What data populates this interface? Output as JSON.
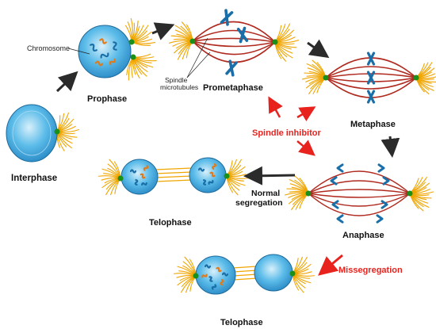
{
  "labels": {
    "chromosome": "Chromosome",
    "spindle_line1": "Spindle",
    "spindle_line2": "microtubules",
    "prophase": "Prophase",
    "prometaphase": "Prometaphase",
    "interphase": "Interphase",
    "metaphase": "Metaphase",
    "spindle_inhibitor": "Spindle inhibitor",
    "anaphase": "Anaphase",
    "telophase_top": "Telophase",
    "telophase_bottom": "Telophase",
    "normal_line1": "Normal",
    "normal_line2": "segregation",
    "missegregation": "Missegregation"
  },
  "colors": {
    "cell_fill": "#4fb4e8",
    "cell_light": "#bfe5f7",
    "astral": "#f0a500",
    "spindle": "#b02a1f",
    "centrosome": "#1a8f1a",
    "chromosome": "#1b6fa8",
    "arrow_dark": "#2b2b2b",
    "arrow_red": "#e8231e"
  }
}
